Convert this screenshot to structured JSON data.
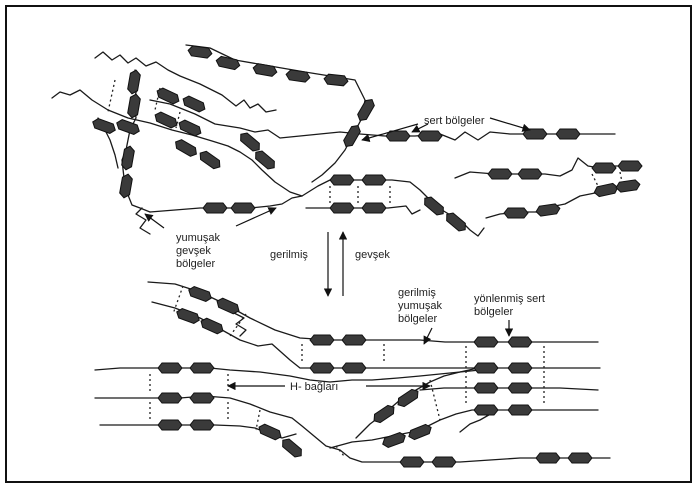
{
  "labels": {
    "hard_segments": "sert bölgeler",
    "soft_relaxed_line1": "yumuşak",
    "soft_relaxed_line2": "gevşek",
    "soft_relaxed_line3": "bölgeler",
    "stretched": "gerilmiş",
    "relaxed": "gevşek",
    "stretched_soft_line1": "gerilmiş",
    "stretched_soft_line2": "yumuşak",
    "stretched_soft_line3": "bölgeler",
    "oriented_hard_line1": "yönlenmiş sert",
    "oriented_hard_line2": "bölgeler",
    "h_bonds": "H- bağları"
  },
  "colors": {
    "ink": "#1a1a1a",
    "segment_fill": "#3a3a3a",
    "background": "#ffffff"
  }
}
